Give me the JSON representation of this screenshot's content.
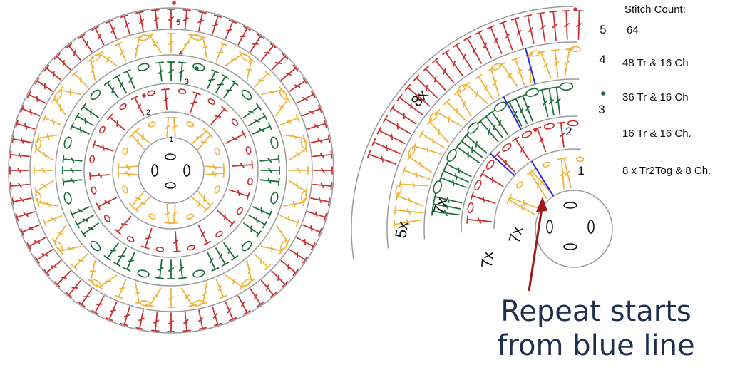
{
  "colors": {
    "round1": "#f0b43c",
    "round2": "#c83232",
    "round3": "#1e6e3c",
    "round4": "#f0b43c",
    "round5": "#c83232",
    "ring": "#9a9a9a",
    "repeat_line": "#2a2ae0",
    "arrow": "#a01818",
    "caption": "#1f2f4f"
  },
  "legend": {
    "heading": "Stitch Count:",
    "rounds": [
      {
        "number": "5",
        "count": "64"
      },
      {
        "number": "4",
        "count": "48 Tr & 16 Ch"
      },
      {
        "number": "3",
        "count": "36 Tr & 16 Ch"
      },
      {
        "number": "2",
        "count": "16 Tr & 16 Ch."
      },
      {
        "number": "1",
        "count": "8 x Tr2Tog & 8 Ch."
      }
    ]
  },
  "full_chart": {
    "round_labels": [
      "1",
      "2",
      "3",
      "4",
      "5"
    ]
  },
  "repeat_labels": {
    "round5": "8x",
    "round4": "5x",
    "round3": "7x",
    "round2": "7x",
    "round1": "7x"
  },
  "caption": {
    "line1": "Repeat starts",
    "line2": "from blue line"
  }
}
